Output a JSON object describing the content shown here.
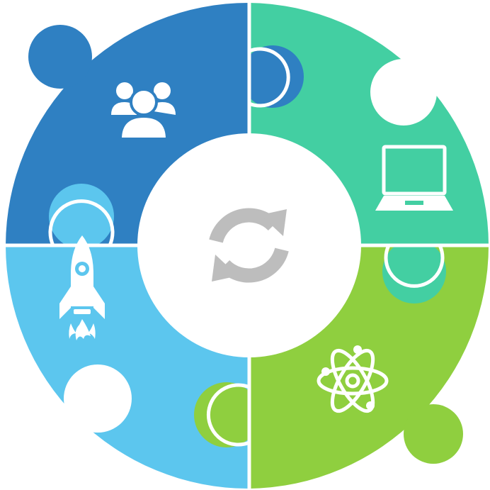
{
  "diagram": {
    "type": "circular-puzzle-cycle",
    "pieces": [
      {
        "id": "top-left",
        "color": "#2f80c2",
        "icon": "users-group-icon"
      },
      {
        "id": "top-right",
        "color": "#43cfa2",
        "icon": "laptop-icon"
      },
      {
        "id": "bottom-right",
        "color": "#8fcf3f",
        "icon": "atom-icon"
      },
      {
        "id": "bottom-left",
        "color": "#5cc6ee",
        "icon": "rocket-icon"
      }
    ],
    "center": {
      "color": "#ffffff",
      "icon": "refresh-cycle-icon",
      "icon_color": "#bdbdbd"
    }
  }
}
